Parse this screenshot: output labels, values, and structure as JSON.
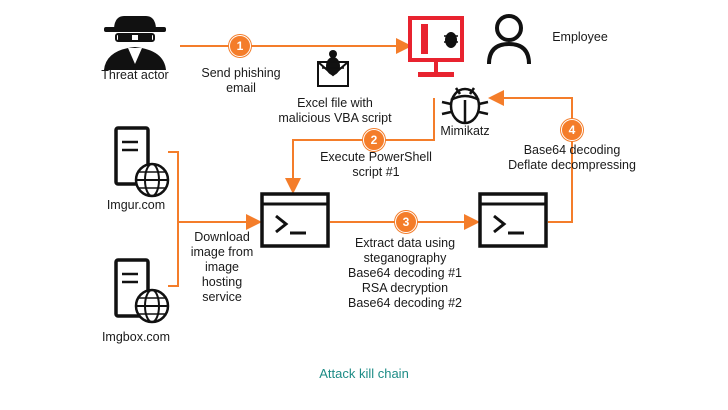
{
  "colors": {
    "accent": "#f47d2a",
    "caption": "#1d8c86",
    "icon": "#111111"
  },
  "actors": {
    "threat_actor": "Threat actor",
    "employee": "Employee",
    "mimikatz": "Mimikatz",
    "imgur": "Imgur.com",
    "imgbox": "Imgbox.com"
  },
  "steps": [
    {
      "number": "1",
      "label_lines": [
        "Send phishing",
        "email"
      ]
    },
    {
      "number": "2",
      "label_lines": [
        "Execute PowerShell",
        "script #1"
      ]
    },
    {
      "number": "3",
      "label_lines": [
        "Extract data using",
        "steganography",
        "Base64 decoding #1",
        "RSA decryption",
        "Base64 decoding #2"
      ]
    },
    {
      "number": "4",
      "label_lines": [
        "Base64 decoding",
        "Deflate decompressing"
      ]
    }
  ],
  "attachment_label_lines": [
    "Excel file with",
    "malicious VBA script"
  ],
  "download_label_lines": [
    "Download",
    "image from",
    "image",
    "hosting",
    "service"
  ],
  "icons": [
    "spy-icon",
    "computer-bug-icon",
    "person-icon",
    "envelope-bug-icon",
    "bug-icon",
    "server-globe-icon",
    "terminal-icon"
  ],
  "caption": "Attack kill chain"
}
